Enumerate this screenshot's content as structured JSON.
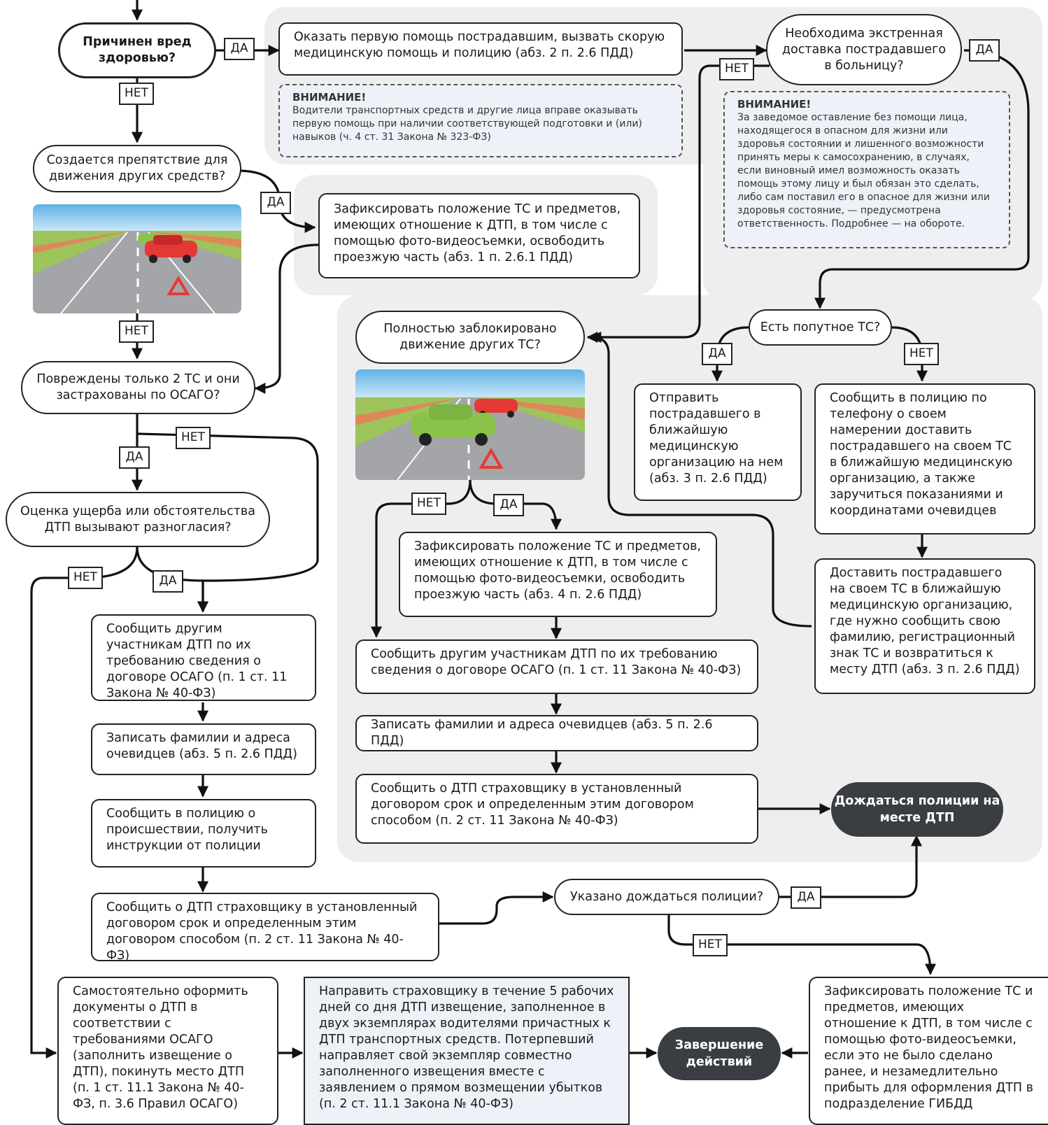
{
  "labels": {
    "yes": "ДА",
    "no": "НЕТ"
  },
  "q_harm": "Причинен вред здоровью?",
  "a_first_aid": "Оказать первую помощь пострадавшим, вызвать скорую медицинскую помощь и полицию (абз. 2 п. 2.6 ПДД)",
  "note1": {
    "title": "ВНИМАНИЕ!",
    "text": "Водители транспортных средств и другие лица вправе оказывать первую помощь при наличии соответствующей подготовки и (или) навыков (ч. 4 ст. 31 Закона № 323-ФЗ)"
  },
  "q_emergency": "Необходима экстренная доставка пострадавшего в больницу?",
  "note2": {
    "title": "ВНИМАНИЕ!",
    "text": "За заведомое оставление без помощи лица, находящегося в опасном для жизни или здоровья состоянии и лишенного возможности принять меры к самосохранению, в случаях, если виновный имел возможность оказать помощь этому лицу и был обязан это сделать, либо сам поставил его в опасное для жизни или здоровья состояние, — предусмотрена ответственность. Подробнее — на обороте."
  },
  "q_obstacle": "Создается препятствие для движения других средств?",
  "a_fix1": "Зафиксировать положение ТС и предметов, имеющих отношение к ДТП, в том числе с помощью фото-видеосъемки, освободить проезжую часть (абз. 1 п. 2.6.1 ПДД)",
  "q_two_cars": "Повреждены только 2 ТС и они застрахованы по ОСАГО?",
  "q_dispute": "Оценка ущерба или обстоятельства ДТП вызывают разногласия?",
  "a_tell_osago1": "Сообщить другим участникам ДТП по их требованию сведения о договоре ОСАГО (п. 1 ст. 11 Закона № 40-ФЗ)",
  "a_witnesses1": "Записать фамилии и адреса очевидцев (абз. 5 п. 2.6 ПДД)",
  "a_police_instr": "Сообщить в полицию о происшествии, получить инструкции от полиции",
  "a_insurer1": "Сообщить о ДТП страховщику в установленный договором срок и определенным этим договором способом (п. 2 ст. 11 Закона № 40-ФЗ)",
  "q_blocked": "Полностью заблокировано движение других ТС?",
  "a_fix2": "Зафиксировать положение ТС и предметов, имеющих отношение к ДТП, в том числе с помощью фото-видеосъемки, освободить проезжую часть (абз. 4 п. 2.6 ПДД)",
  "a_tell_osago2": "Сообщить другим участникам ДТП по их требованию сведения о договоре ОСАГО (п. 1 ст. 11 Закона № 40-ФЗ)",
  "a_witnesses2": "Записать фамилии и адреса очевидцев (абз. 5 п. 2.6 ПДД)",
  "a_insurer2": "Сообщить о ДТП страховщику в установленный договором срок и определенным этим договором способом (п. 2 ст. 11 Закона № 40-ФЗ)",
  "q_passing": "Есть попутное ТС?",
  "a_send_passing": "Отправить пострадавшего в ближайшую медицинскую организацию на нем (абз. 3 п. 2.6 ПДД)",
  "a_notify_police": "Сообщить в полицию по телефону о своем намерении доставить пострадавшего на своем ТС в ближайшую медицинскую организацию, а также заручиться показаниями и координатами очевидцев",
  "a_deliver": "Доставить пострадавшего на своем ТС в ближайшую медицинскую организацию, где нужно сообщить свою фамилию, регистрационный знак ТС и возвратиться к месту ДТП (абз. 3 п. 2.6 ПДД)",
  "t_wait_police": "Дождаться полиции на месте ДТП",
  "q_told_wait": "Указано дождаться полиции?",
  "a_self_docs": "Самостоятельно оформить документы о ДТП в соответствии с требованиями ОСАГО (заполнить извещение о ДТП), покинуть место ДТП (п. 1 ст. 11.1 Закона № 40-ФЗ, п. 3.6 Правил ОСАГО)",
  "a_send_notice": "Направить страховщику в течение 5 рабочих дней со дня ДТП извещение, заполненное в двух экземплярах водителями причастных к ДТП транспортных средств. Потерпевший направляет свой экземпляр совместно заполненного извещения вместе с заявлением о прямом возмещении убытков (п. 2 ст. 11.1 Закона № 40-ФЗ)",
  "t_finish": "Завершение действий",
  "a_fix3": "Зафиксировать положение ТС и предметов, имеющих отношение к ДТП, в том числе с помощью фото-видеосъемки, если это не было сделано ранее, и незамедлительно прибыть для оформления ДТП в подразделение ГИБДД",
  "colors": {
    "panel": "#eeeeee",
    "terminal": "#3a3d42",
    "note_bg": "#eef2f8"
  }
}
